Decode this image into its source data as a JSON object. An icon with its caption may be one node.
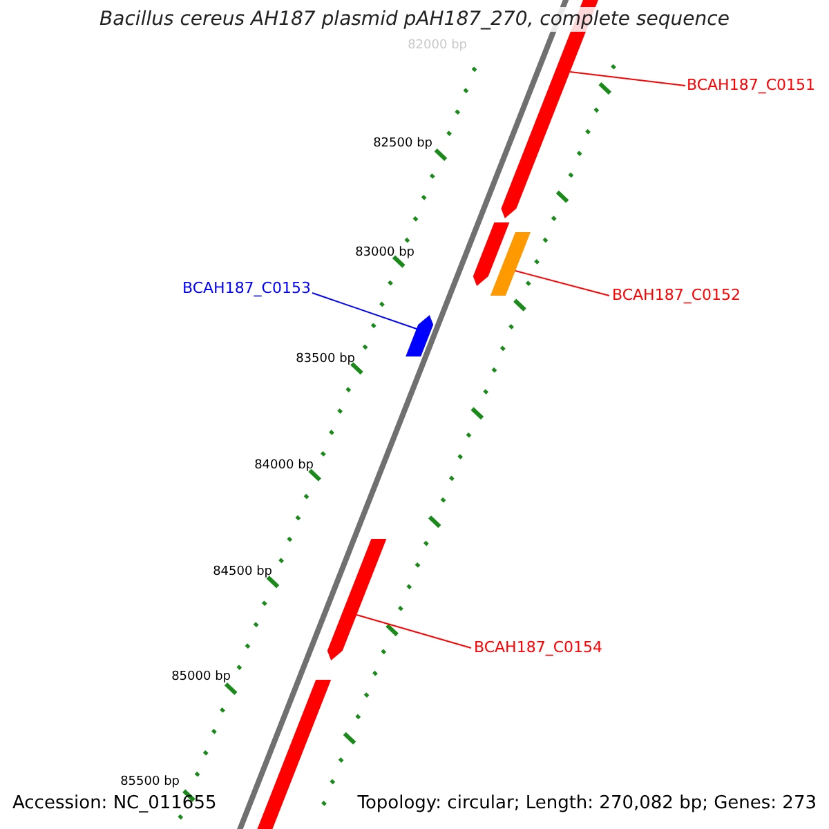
{
  "diagram": {
    "title": "Bacillus cereus AH187 plasmid pAH187_270, complete sequence",
    "nodes": [
      {
        "text": [
          "BCAH187_C0151"
        ]
      },
      {
        "text": [],
        "shape": "bar"
      },
      {
        "text": [],
        "shape": "bar"
      },
      {
        "text": [],
        "shape": "bar"
      },
      {
        "text": [
          "BCAH187_C0153"
        ]
      },
      {
        "text": [
          "BCAH187_C0152"
        ]
      },
      {
        "text": [],
        "shape": "bar"
      },
      {
        "text": [],
        "shape": "bar"
      },
      {
        "text": [
          "BCAH187_C0154"
        ]
      },
      {
        "text": [],
        "shape": "bar"
      }
    ],
    "edges": [
      {
        "from": 0,
        "to": 1,
        "arrow": "none"
      },
      {
        "from": 5,
        "to": 3,
        "arrow": "none"
      },
      {
        "from": 4,
        "to": 6,
        "arrow": "none",
        "color": "#0000ff"
      },
      {
        "from": 8,
        "to": 7,
        "arrow": "none"
      }
    ],
    "labels": [
      "82000 bp",
      "82500 bp",
      "83000 bp",
      "83500 bp",
      "84000 bp",
      "84500 bp",
      "85000 bp",
      "85500 bp",
      "Accession: NC_011655",
      "Topology: circular; Length: 270,082 bp; Genes: 273"
    ]
  }
}
